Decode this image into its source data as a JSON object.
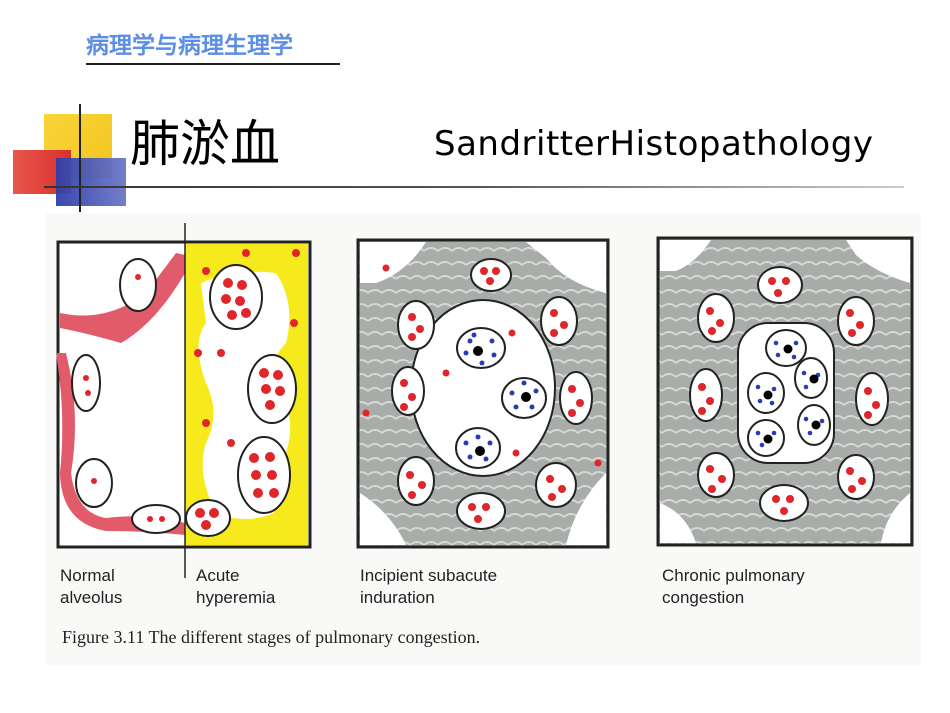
{
  "header": {
    "course_title": "病理学与病理生理学",
    "slide_title": "肺淤血",
    "source": "SandritterHistopathology"
  },
  "figure": {
    "panels": [
      {
        "caption": "Normal\nalveolus"
      },
      {
        "caption": "Acute\nhyperemia"
      },
      {
        "caption": "Incipient subacute\ninduration"
      },
      {
        "caption": "Chronic pulmonary\ncongestion"
      }
    ],
    "figure_caption": "Figure 3.11 The different stages of pulmonary congestion."
  },
  "colors": {
    "accent_yellow": "#f3c51f",
    "accent_red": "#d9302c",
    "accent_blue": "#2f3fa8",
    "course_blue": "#5b8ee6",
    "wall_pink": "#e25b6a",
    "edema_yellow": "#f7ea1c",
    "fibrosis_gray": "#a9adaa",
    "rbc_red": "#e0262b",
    "macrophage_blue": "#2a3bb8"
  }
}
